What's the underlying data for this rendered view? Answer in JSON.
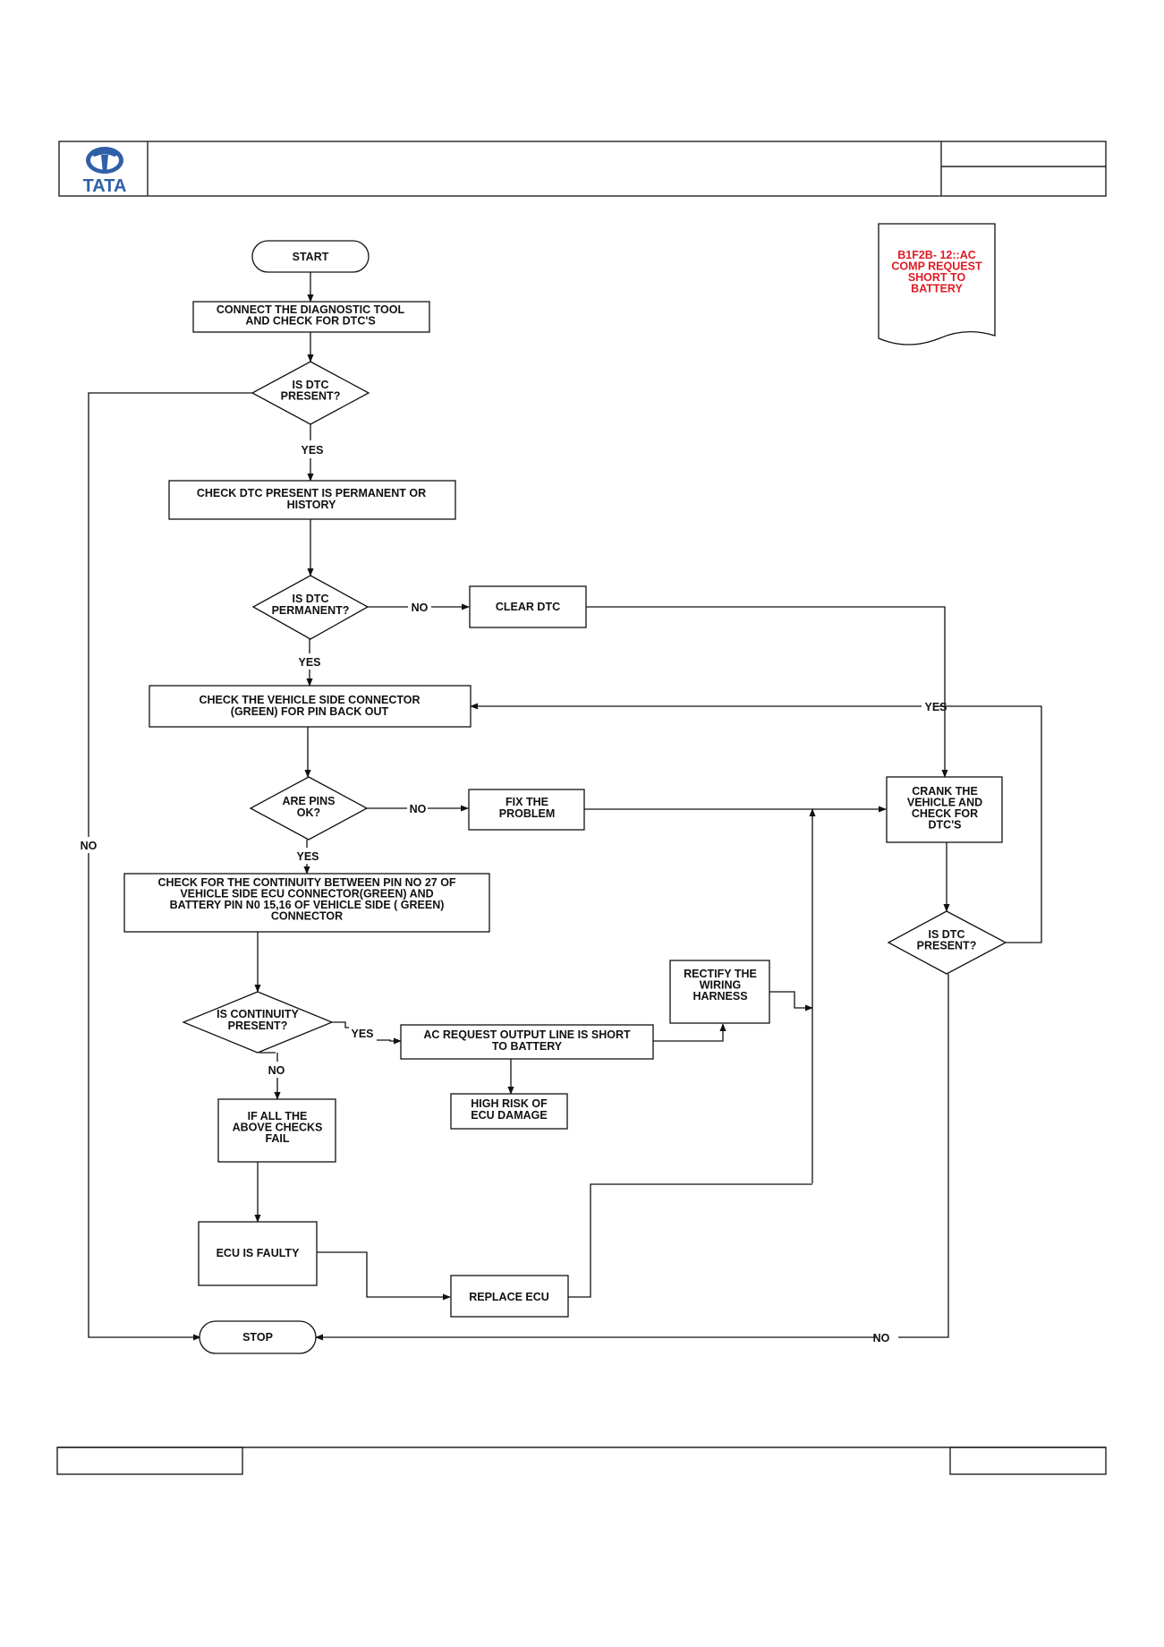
{
  "header": {
    "logo_text": "TATA"
  },
  "note": {
    "lines": [
      "B1F2B- 12::AC",
      "COMP REQUEST",
      "SHORT TO",
      "BATTERY"
    ],
    "color": "#e01b24"
  },
  "nodes": {
    "start": [
      "START"
    ],
    "connect_tool": [
      "CONNECT THE DIAGNOSTIC TOOL",
      "AND CHECK FOR  DTC'S"
    ],
    "dtc_present_1": [
      "IS  DTC",
      "PRESENT?"
    ],
    "check_permanent": [
      "CHECK DTC  PRESENT IS PERMANENT OR",
      "HISTORY"
    ],
    "dtc_permanent": [
      "IS  DTC",
      "PERMANENT?"
    ],
    "clear_dtc": [
      "CLEAR DTC"
    ],
    "check_connector": [
      "CHECK THE VEHICLE  SIDE CONNECTOR",
      "(GREEN) FOR PIN BACK OUT"
    ],
    "pins_ok": [
      "ARE PINS",
      "OK?"
    ],
    "fix_problem": [
      "FIX THE",
      "PROBLEM"
    ],
    "crank_vehicle": [
      "CRANK THE",
      "VEHICLE AND",
      "CHECK FOR",
      "DTC'S"
    ],
    "dtc_present_2": [
      "IS  DTC",
      "PRESENT?"
    ],
    "check_continuity": [
      "CHECK FOR THE CONTINUITY BETWEEN PIN NO 27 OF",
      "VEHICLE SIDE ECU CONNECTOR(GREEN) AND",
      "BATTERY  PIN N0 15,16 OF VEHICLE SIDE ( GREEN)",
      "CONNECTOR"
    ],
    "continuity_present": [
      "IS CONTINUITY",
      "PRESENT?"
    ],
    "short_to_battery": [
      "AC REQUEST OUTPUT LINE IS SHORT",
      "TO BATTERY"
    ],
    "rectify_harness": [
      "RECTIFY THE",
      "WIRING",
      "HARNESS"
    ],
    "high_risk": [
      "HIGH RISK OF",
      "ECU DAMAGE"
    ],
    "all_checks_fail": [
      "IF ALL THE",
      "ABOVE CHECKS",
      "FAIL"
    ],
    "ecu_faulty": [
      "ECU IS FAULTY"
    ],
    "replace_ecu": [
      "REPLACE ECU"
    ],
    "stop": [
      "STOP"
    ]
  },
  "edge_labels": {
    "yes_1": "YES",
    "no_permanent": "NO",
    "yes_2": "YES",
    "yes_3": "YES",
    "no_pins": "NO",
    "yes_pins": "YES",
    "no_left": "NO",
    "yes_continuity": "YES",
    "no_continuity": "NO",
    "no_bottom": "NO"
  }
}
